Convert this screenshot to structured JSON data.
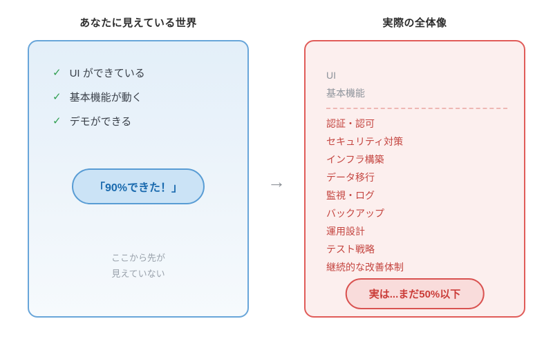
{
  "left": {
    "title": "あなたに見えている世界",
    "items": [
      "UI ができている",
      "基本機能が動く",
      "デモができる"
    ],
    "badge": "「90%できた！」",
    "note_line1": "ここから先が",
    "note_line2": "見えていない"
  },
  "right": {
    "title": "実際の全体像",
    "done_items": [
      "UI",
      "基本機能"
    ],
    "hidden_items": [
      "認証・認可",
      "セキュリティ対策",
      "インフラ構築",
      "データ移行",
      "監視・ログ",
      "バックアップ",
      "運用設計",
      "テスト戦略",
      "継続的な改善体制"
    ],
    "badge": "実は...まだ50%以下"
  },
  "icons": {
    "check": "✓",
    "arrow_right": "→"
  },
  "colors": {
    "blue_border": "#68a5d9",
    "blue_badge_bg": "#cbe3f6",
    "blue_badge_text": "#1a6aae",
    "green_check": "#2f9e4f",
    "red_border": "#e05b58",
    "red_panel_bg": "#fcefee",
    "red_text": "#c44540",
    "red_badge_bg": "#f9dcdb",
    "gray_note": "#9aa2ac"
  }
}
